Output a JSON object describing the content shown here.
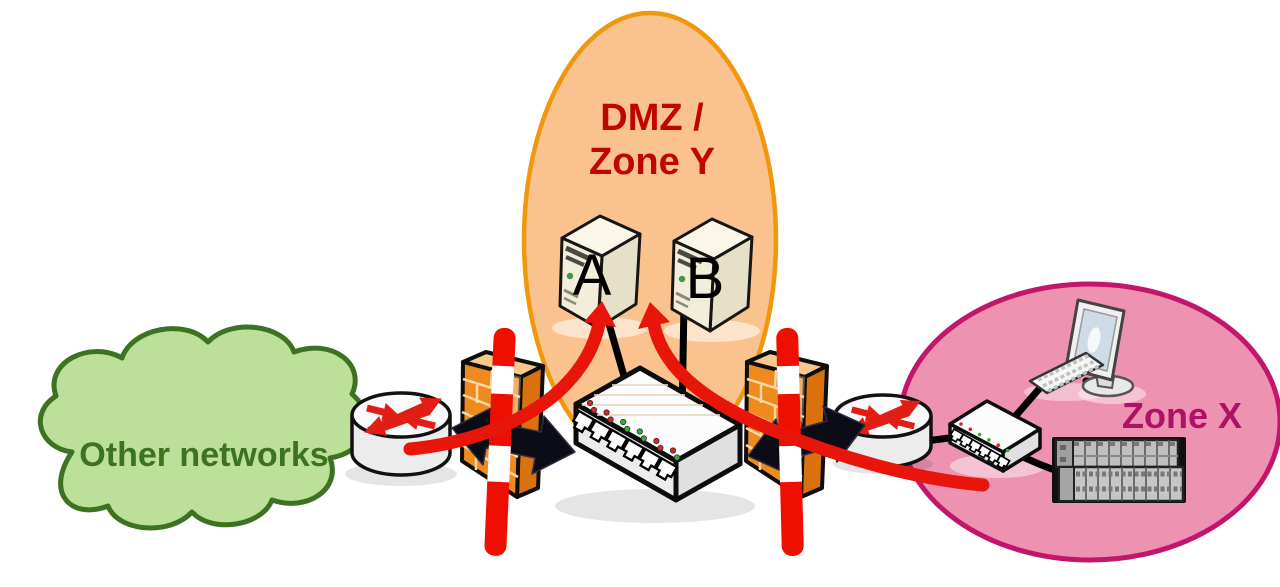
{
  "zones": {
    "other_networks": {
      "label": "Other networks",
      "fill": "#bcdf9a",
      "border": "#3d7320",
      "text_color": "#3d7320"
    },
    "dmz": {
      "label_line1": "DMZ /",
      "label_line2": "Zone Y",
      "fill": "#f9c28e",
      "border": "#f0970b",
      "text_color": "#c00505"
    },
    "zone_x": {
      "label": "Zone X",
      "fill": "#ee92b2",
      "border": "#c2156c",
      "text_color": "#ad1266"
    }
  },
  "servers": {
    "a": {
      "label": "A"
    },
    "b": {
      "label": "B"
    }
  },
  "colors": {
    "flow_arrow_red": "#e8150a",
    "barrier_red": "#ee0f00",
    "barrier_white": "#ffffff",
    "firewall_orange": "#ef8a1f",
    "firewall_mortar": "#fbd7a8",
    "link_black": "#000000",
    "arrow_black": "#0c0c16",
    "led_red": "#dd2222",
    "led_green": "#2db32d",
    "server_body": "#f2eeda",
    "device_body": "#ececec"
  },
  "icons": {
    "cloud": "other-networks-cloud",
    "edge_router": "router-icon",
    "zone_router": "router-icon",
    "outer_firewall": "firewall-brick-wall-icon",
    "inner_firewall": "firewall-brick-wall-icon",
    "barrier_left": "blocking-barrier-pole-icon",
    "barrier_right": "blocking-barrier-pole-icon",
    "dmz_switch": "ethernet-switch-icon",
    "zone_x_switch": "ethernet-switch-icon",
    "server_a": "server-tower-icon",
    "server_b": "server-tower-icon",
    "workstation": "monitor-icon / keyboard-icon",
    "plc": "plc-rack-icon",
    "allowed_flow_left": "red-flow-arrow-to-server-a",
    "allowed_flow_right": "red-flow-arrow-to-server-b",
    "link_left": "bidirectional-link-arrow",
    "link_right": "bidirectional-link-arrow"
  }
}
